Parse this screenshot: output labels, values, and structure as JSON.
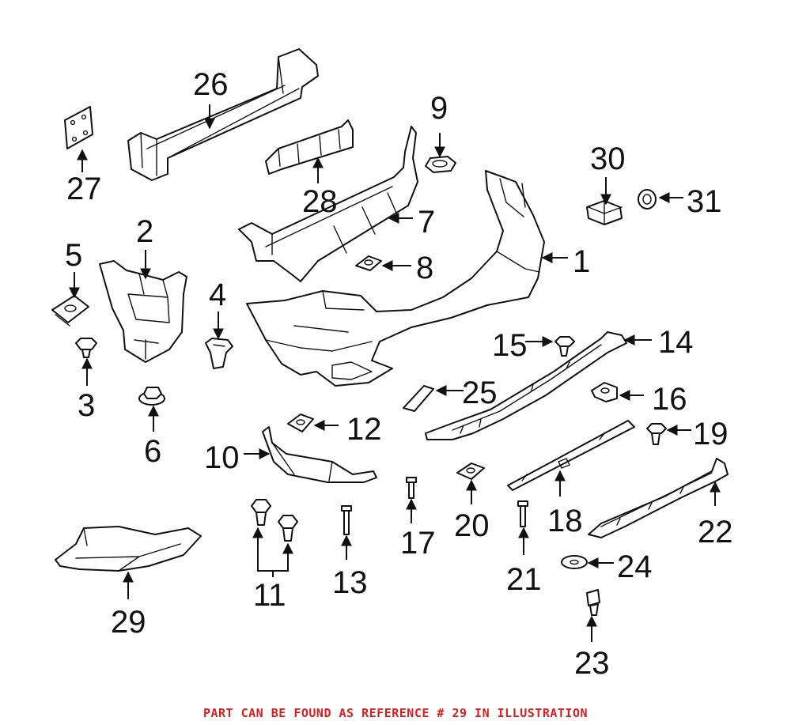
{
  "footnote": "PART CAN BE FOUND AS REFERENCE # 29 IN ILLUSTRATION",
  "accent_color": "#d62020",
  "callouts": {
    "c1": "1",
    "c2": "2",
    "c3": "3",
    "c4": "4",
    "c5": "5",
    "c6": "6",
    "c7": "7",
    "c8": "8",
    "c9": "9",
    "c10": "10",
    "c11": "11",
    "c12": "12",
    "c13": "13",
    "c14": "14",
    "c15": "15",
    "c16": "16",
    "c17": "17",
    "c18": "18",
    "c19": "19",
    "c20": "20",
    "c21": "21",
    "c22": "22",
    "c23": "23",
    "c24": "24",
    "c25": "25",
    "c26": "26",
    "c27": "27",
    "c28": "28",
    "c29": "29",
    "c30": "30",
    "c31": "31"
  }
}
